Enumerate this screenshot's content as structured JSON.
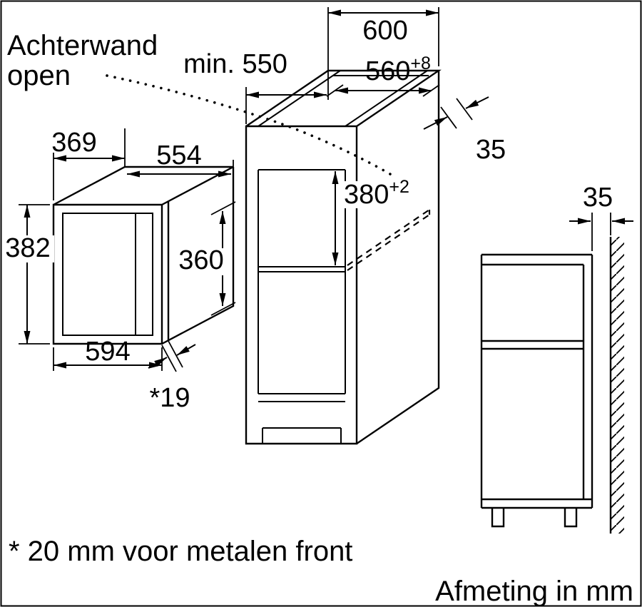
{
  "diagram": {
    "annotations": {
      "back_wall_note_line1": "Achterwand",
      "back_wall_note_line2": "open",
      "footnote": "* 20 mm voor metalen front",
      "units_note": "Afmeting in mm"
    },
    "cabinet_dims": {
      "outer_width": "600",
      "min_depth": "min. 550",
      "niche_width_base": "560",
      "niche_width_tol": "+8",
      "rear_gap_top": "35",
      "niche_height_base": "380",
      "niche_height_tol": "+2"
    },
    "appliance_dims": {
      "body_depth": "369",
      "body_width": "554",
      "front_height": "382",
      "body_height": "360",
      "front_width": "594",
      "door_thickness": "*19"
    },
    "side_view_dims": {
      "wall_gap": "35"
    },
    "colors": {
      "line": "#000000",
      "background": "#ffffff"
    }
  }
}
